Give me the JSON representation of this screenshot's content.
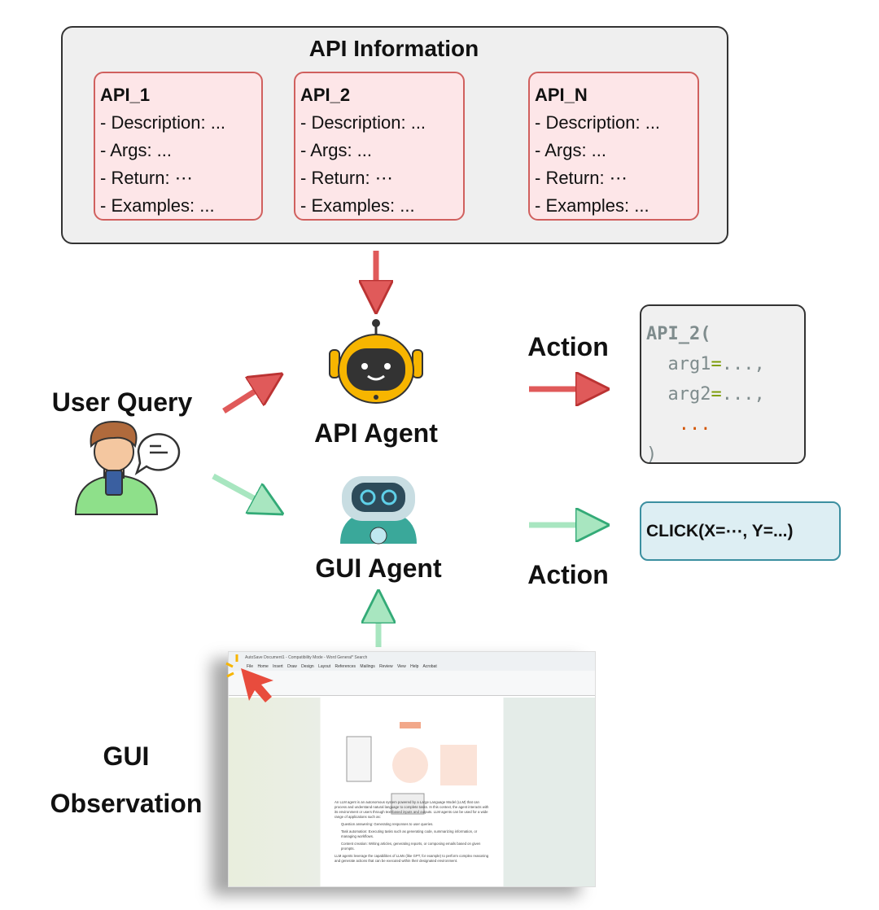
{
  "api_info": {
    "title": "API Information",
    "apis": [
      {
        "name": "API_1",
        "lines": [
          "- Description: ...",
          "- Args: ...",
          "- Return: ⋯",
          "- Examples: ..."
        ]
      },
      {
        "name": "API_2",
        "lines": [
          "- Description: ...",
          "- Args: ...",
          "- Return: ⋯",
          "- Examples: ..."
        ]
      },
      {
        "name": "API_N",
        "lines": [
          "- Description: ...",
          "- Args: ...",
          "- Return: ⋯",
          "- Examples: ..."
        ]
      }
    ]
  },
  "user_query": "User Query",
  "api_agent": "API Agent",
  "gui_agent": "GUI Agent",
  "gui_observation": [
    "GUI",
    "Observation"
  ],
  "action_top": "Action",
  "action_bottom": "Action",
  "api_action": {
    "fn": "API_2(",
    "arg1": "arg1",
    "arg2": "arg2",
    "eq": "=",
    "val": "...,",
    "dots": "...",
    "close": ")"
  },
  "gui_action": "CLICK(X=⋯, Y=...)",
  "screenshot": {
    "title_bar": "AutoSave  Document1 - Compatibility Mode - Word   General*     Search",
    "menu": "File Home Insert Draw Design Layout References Mailings Review View Help Acrobat",
    "paragraph": "An LLM agent is an autonomous system powered by a Large Language Model (LLM) that can process and understand natural language to complete tasks. In this context, the agent interacts with its environment or users through text-based inputs and outputs. LLM agents can be used for a wide range of applications such as:",
    "bullets": [
      "Question answering: Generating responses to user queries.",
      "Task automation: Executing tasks such as generating code, summarizing information, or managing workflows.",
      "Content creation: Writing articles, generating reports, or composing emails based on given prompts."
    ],
    "closing": "LLM agents leverage the capabilities of LLMs (like GPT, for example) to perform complex reasoning and generate actions that can be executed within their designated environment."
  },
  "colors": {
    "red_arrow": "#e05a5a",
    "green_arrow": "#a8e6c0",
    "api_card_fill": "#fde6e8",
    "click_fill": "#ddeef3",
    "robot_yellow": "#f7b500",
    "robot_teal": "#3aa89a"
  }
}
